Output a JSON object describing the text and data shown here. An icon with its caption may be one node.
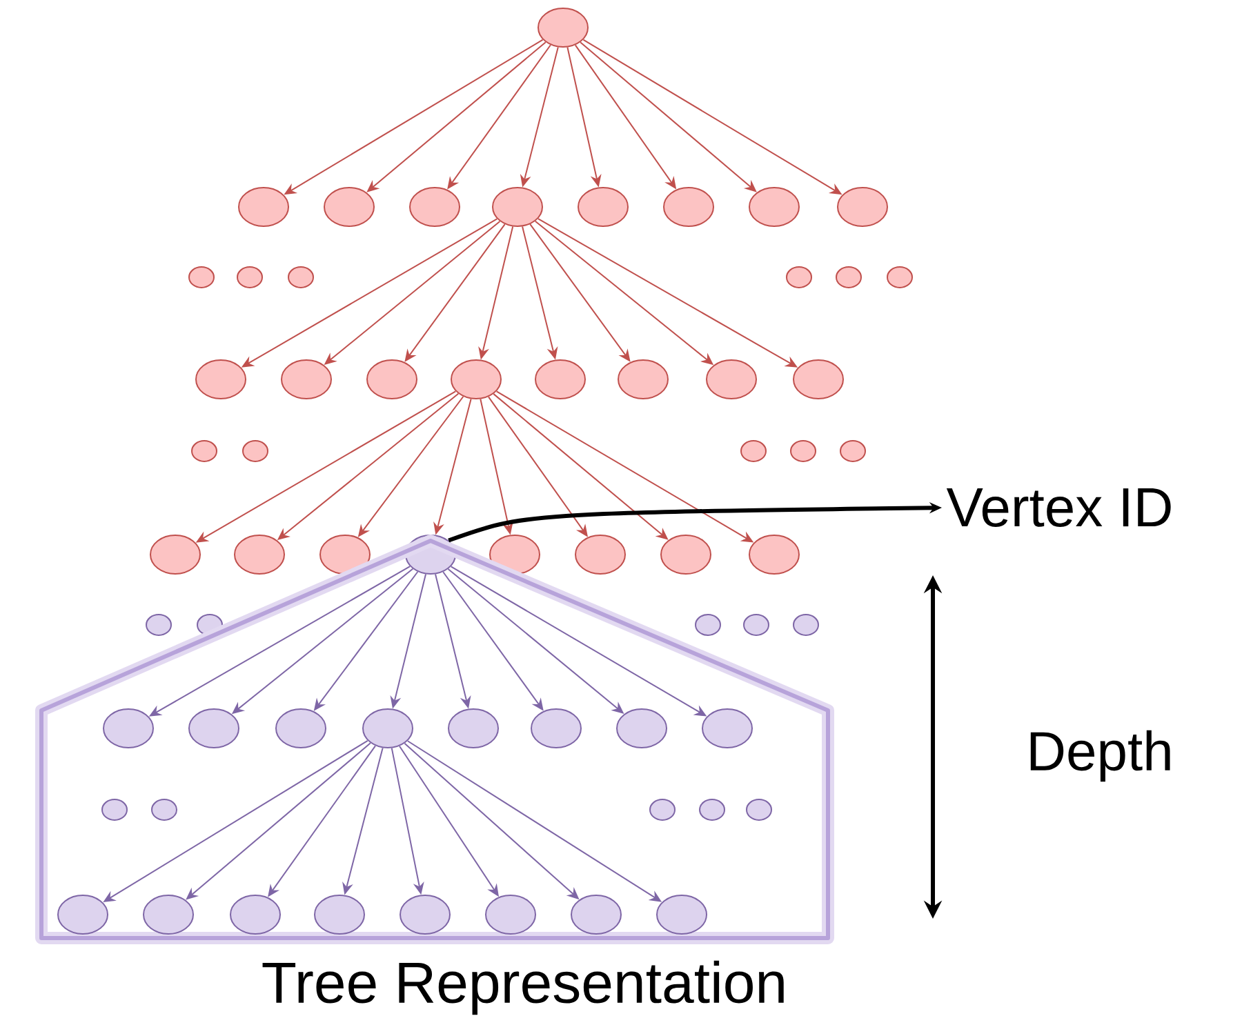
{
  "diagram": {
    "nodes": [
      {
        "text": [],
        "shape": "circle"
      },
      {
        "text": [],
        "shape": "circle"
      },
      {
        "text": [],
        "shape": "circle"
      },
      {
        "text": [],
        "shape": "circle"
      },
      {
        "text": [],
        "shape": "circle"
      },
      {
        "text": [],
        "shape": "circle"
      },
      {
        "text": [],
        "shape": "circle"
      },
      {
        "text": [],
        "shape": "circle"
      },
      {
        "text": [],
        "shape": "circle"
      },
      {
        "text": [],
        "shape": "circle"
      },
      {
        "text": [],
        "shape": "circle"
      },
      {
        "text": [],
        "shape": "circle"
      },
      {
        "text": [],
        "shape": "circle"
      },
      {
        "text": [],
        "shape": "circle"
      },
      {
        "text": [],
        "shape": "circle"
      },
      {
        "text": [],
        "shape": "circle"
      },
      {
        "text": [],
        "shape": "circle"
      },
      {
        "text": [],
        "shape": "circle"
      },
      {
        "text": [],
        "shape": "circle"
      },
      {
        "text": [],
        "shape": "circle"
      },
      {
        "text": [],
        "shape": "circle"
      },
      {
        "text": [],
        "shape": "circle"
      },
      {
        "text": [],
        "shape": "circle"
      },
      {
        "text": [],
        "shape": "circle"
      },
      {
        "text": [],
        "shape": "circle"
      },
      {
        "text": [],
        "shape": "circle"
      },
      {
        "text": [],
        "shape": "circle"
      },
      {
        "text": [],
        "shape": "circle"
      },
      {
        "text": [
          "Vertex ID"
        ]
      },
      {
        "text": [],
        "shape": "circle"
      },
      {
        "text": [],
        "shape": "circle"
      },
      {
        "text": [],
        "shape": "circle"
      },
      {
        "text": [],
        "shape": "circle"
      },
      {
        "text": [],
        "shape": "circle"
      },
      {
        "text": [],
        "shape": "circle"
      },
      {
        "text": [],
        "shape": "circle"
      },
      {
        "text": [],
        "shape": "circle"
      },
      {
        "text": [],
        "shape": "circle"
      },
      {
        "text": [],
        "shape": "circle"
      },
      {
        "text": [],
        "shape": "circle"
      },
      {
        "text": [],
        "shape": "circle"
      },
      {
        "text": [],
        "shape": "circle"
      },
      {
        "text": [
          "Tree Representation"
        ]
      },
      {
        "text": [],
        "shape": "circle",
        "in": 42
      },
      {
        "text": [],
        "shape": "circle",
        "in": 42
      },
      {
        "text": [],
        "shape": "circle",
        "in": 42
      },
      {
        "text": [],
        "shape": "circle",
        "in": 42
      },
      {
        "text": [],
        "shape": "circle",
        "in": 42
      },
      {
        "text": [],
        "shape": "circle",
        "in": 42
      },
      {
        "text": [],
        "shape": "circle",
        "in": 42
      },
      {
        "text": [],
        "shape": "circle",
        "in": 42
      },
      {
        "text": [],
        "shape": "circle",
        "in": 42
      },
      {
        "text": [],
        "shape": "circle",
        "in": 42
      },
      {
        "text": [],
        "shape": "circle",
        "in": 42
      },
      {
        "text": [],
        "shape": "circle",
        "in": 42
      },
      {
        "text": [],
        "shape": "circle",
        "in": 42
      },
      {
        "text": [],
        "shape": "circle",
        "in": 42
      },
      {
        "text": [],
        "shape": "circle",
        "in": 42
      },
      {
        "text": [],
        "shape": "circle",
        "in": 42
      },
      {
        "text": [],
        "shape": "circle",
        "in": 42
      },
      {
        "text": [],
        "shape": "circle",
        "in": 42
      },
      {
        "text": [],
        "shape": "circle",
        "in": 42
      },
      {
        "text": [],
        "shape": "circle",
        "in": 42
      },
      {
        "text": [],
        "shape": "circle",
        "in": 42
      }
    ],
    "edges": [
      {
        "from": 0,
        "to": 1,
        "arrow": "to"
      },
      {
        "from": 0,
        "to": 2,
        "arrow": "to"
      },
      {
        "from": 0,
        "to": 3,
        "arrow": "to"
      },
      {
        "from": 0,
        "to": 4,
        "arrow": "to"
      },
      {
        "from": 0,
        "to": 5,
        "arrow": "to"
      },
      {
        "from": 0,
        "to": 6,
        "arrow": "to"
      },
      {
        "from": 0,
        "to": 7,
        "arrow": "to"
      },
      {
        "from": 0,
        "to": 8,
        "arrow": "to"
      },
      {
        "from": 4,
        "to": 15,
        "arrow": "to"
      },
      {
        "from": 4,
        "to": 16,
        "arrow": "to"
      },
      {
        "from": 4,
        "to": 17,
        "arrow": "to"
      },
      {
        "from": 4,
        "to": 18,
        "arrow": "to"
      },
      {
        "from": 4,
        "to": 19,
        "arrow": "to"
      },
      {
        "from": 4,
        "to": 20,
        "arrow": "to"
      },
      {
        "from": 4,
        "to": 21,
        "arrow": "to"
      },
      {
        "from": 4,
        "to": 22,
        "arrow": "to"
      },
      {
        "from": 18,
        "to": 29,
        "arrow": "to"
      },
      {
        "from": 18,
        "to": 30,
        "arrow": "to"
      },
      {
        "from": 18,
        "to": 31,
        "arrow": "to"
      },
      {
        "from": 18,
        "to": 32,
        "arrow": "to"
      },
      {
        "from": 18,
        "to": 33,
        "arrow": "to"
      },
      {
        "from": 18,
        "to": 34,
        "arrow": "to"
      },
      {
        "from": 18,
        "to": 35,
        "arrow": "to"
      },
      {
        "from": 18,
        "to": 36,
        "arrow": "to"
      },
      {
        "from": 32,
        "to": 43,
        "arrow": "to",
        "color": "#7e66a6"
      },
      {
        "from": 32,
        "to": 44,
        "arrow": "to",
        "color": "#7e66a6"
      },
      {
        "from": 32,
        "to": 45,
        "arrow": "to",
        "color": "#7e66a6"
      },
      {
        "from": 32,
        "to": 46,
        "arrow": "to",
        "color": "#7e66a6"
      },
      {
        "from": 32,
        "to": 47,
        "arrow": "to",
        "color": "#7e66a6"
      },
      {
        "from": 32,
        "to": 48,
        "arrow": "to",
        "color": "#7e66a6"
      },
      {
        "from": 32,
        "to": 49,
        "arrow": "to",
        "color": "#7e66a6"
      },
      {
        "from": 32,
        "to": 50,
        "arrow": "to",
        "color": "#7e66a6"
      },
      {
        "from": 46,
        "to": 56,
        "arrow": "to",
        "color": "#7e66a6"
      },
      {
        "from": 46,
        "to": 57,
        "arrow": "to",
        "color": "#7e66a6"
      },
      {
        "from": 46,
        "to": 58,
        "arrow": "to",
        "color": "#7e66a6"
      },
      {
        "from": 46,
        "to": 59,
        "arrow": "to",
        "color": "#7e66a6"
      },
      {
        "from": 46,
        "to": 60,
        "arrow": "to",
        "color": "#7e66a6"
      },
      {
        "from": 46,
        "to": 61,
        "arrow": "to",
        "color": "#7e66a6"
      },
      {
        "from": 46,
        "to": 62,
        "arrow": "to",
        "color": "#7e66a6"
      },
      {
        "from": 46,
        "to": 63,
        "arrow": "to",
        "color": "#7e66a6"
      },
      {
        "from": 32,
        "to": 28,
        "arrow": "to",
        "style": "thick",
        "color": "#000000"
      }
    ],
    "labels": [
      "Depth"
    ]
  }
}
